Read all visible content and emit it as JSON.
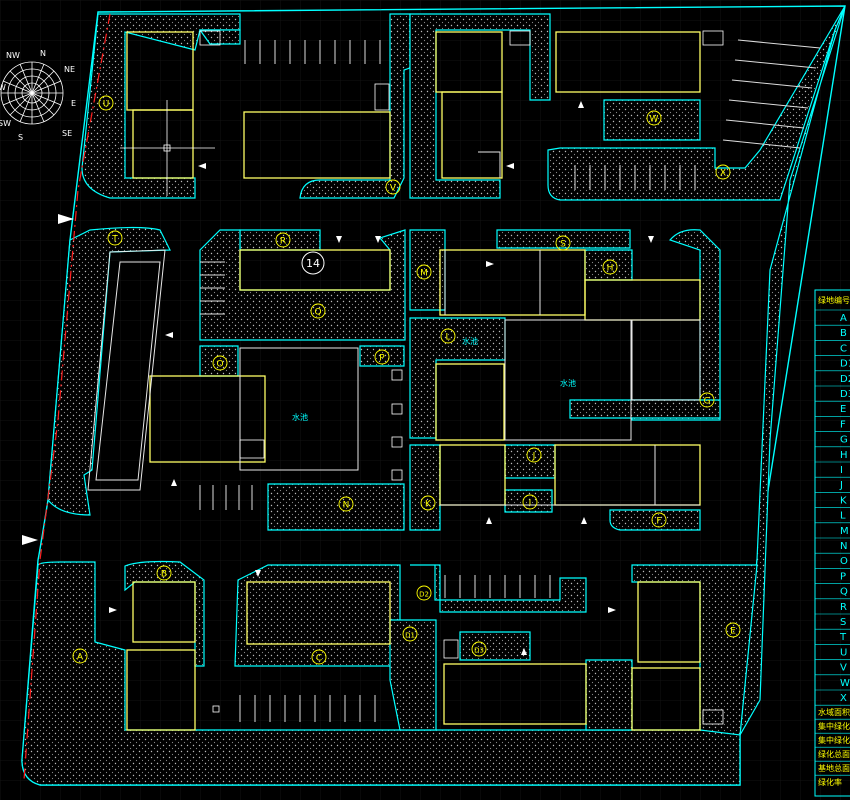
{
  "plot_labels": [
    "A",
    "B",
    "C",
    "D1",
    "D2",
    "D3",
    "E",
    "F",
    "G",
    "H",
    "I",
    "J",
    "K",
    "L",
    "M",
    "N",
    "O",
    "P",
    "Q",
    "R",
    "S",
    "T",
    "U",
    "V",
    "W",
    "X"
  ],
  "building_number": "14",
  "water_text_1": "水池",
  "water_text_2": "水池",
  "pool_text": "水池",
  "compass_letters": [
    "N",
    "NE",
    "E",
    "SE",
    "S",
    "SW",
    "W",
    "NW"
  ],
  "legend": {
    "header": "绿地编号",
    "rows": [
      "A",
      "B",
      "C",
      "D1",
      "D2",
      "D3",
      "E",
      "F",
      "G",
      "H",
      "I",
      "J",
      "K",
      "L",
      "M",
      "N",
      "O",
      "P",
      "Q",
      "R",
      "S",
      "T",
      "U",
      "V",
      "W",
      "X"
    ],
    "footer": [
      "水域面积",
      "集中绿化面积",
      "集中绿化率",
      "绿化总面积",
      "基地总面积",
      "绿化率"
    ]
  },
  "colors": {
    "background": "#000000",
    "site_line": "#00ffff",
    "building_line": "#ffff66",
    "label": "#ffff00",
    "boundary": "#ff2020",
    "grid": "#1a1a1a"
  }
}
